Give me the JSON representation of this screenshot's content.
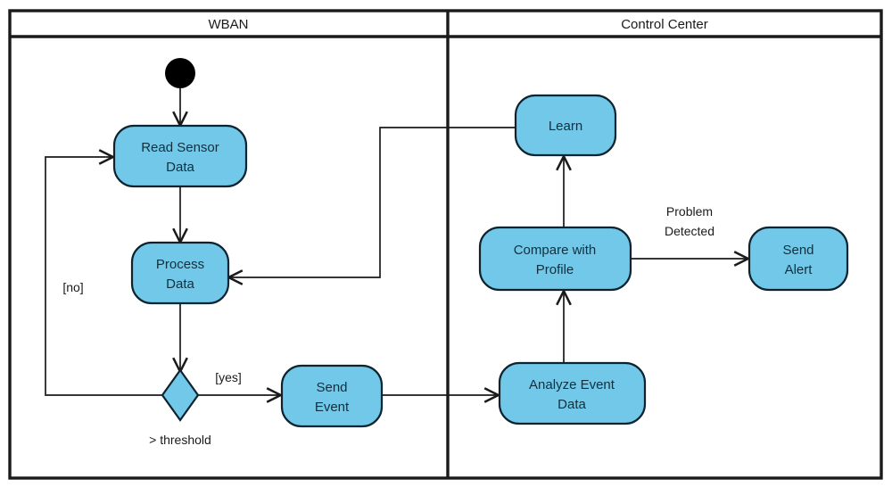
{
  "diagram": {
    "type": "uml-activity-diagram",
    "title": "",
    "background_color": "#ffffff",
    "node_fill_color": "#72c8e8",
    "node_stroke_color": "#0d2430",
    "line_color": "#1a1a1a",
    "partitions": [
      {
        "id": "wban",
        "label": "WBAN"
      },
      {
        "id": "control-center",
        "label": "Control Center"
      }
    ],
    "nodes": [
      {
        "id": "initial",
        "kind": "initial-node",
        "label": ""
      },
      {
        "id": "read-sensor-data",
        "kind": "action",
        "label": "Read Sensor Data",
        "lines": [
          "Read Sensor",
          "Data"
        ],
        "partition": "wban"
      },
      {
        "id": "process-data",
        "kind": "action",
        "label": "Process Data",
        "lines": [
          "Process",
          "Data"
        ],
        "partition": "wban"
      },
      {
        "id": "threshold-decision",
        "kind": "decision",
        "label": "> threshold",
        "partition": "wban"
      },
      {
        "id": "send-event",
        "kind": "action",
        "label": "Send Event",
        "lines": [
          "Send",
          "Event"
        ],
        "partition": "wban"
      },
      {
        "id": "analyze-event-data",
        "kind": "action",
        "label": "Analyze Event Data",
        "lines": [
          "Analyze Event",
          "Data"
        ],
        "partition": "control-center"
      },
      {
        "id": "compare-with-profile",
        "kind": "action",
        "label": "Compare with Profile",
        "lines": [
          "Compare with",
          "Profile"
        ],
        "partition": "control-center"
      },
      {
        "id": "learn",
        "kind": "action",
        "label": "Learn",
        "lines": [
          "Learn"
        ],
        "partition": "control-center"
      },
      {
        "id": "send-alert",
        "kind": "action",
        "label": "Send Alert",
        "lines": [
          "Send",
          "Alert"
        ],
        "partition": "control-center"
      }
    ],
    "edges": [
      {
        "id": "initial-to-read",
        "from": "initial",
        "to": "read-sensor-data",
        "label": ""
      },
      {
        "id": "read-to-process",
        "from": "read-sensor-data",
        "to": "process-data",
        "label": ""
      },
      {
        "id": "process-to-decision",
        "from": "process-data",
        "to": "threshold-decision",
        "label": ""
      },
      {
        "id": "decision-no-to-read",
        "from": "threshold-decision",
        "to": "read-sensor-data",
        "label": "[no]"
      },
      {
        "id": "decision-yes-to-send-event",
        "from": "threshold-decision",
        "to": "send-event",
        "label": "[yes]"
      },
      {
        "id": "send-event-to-analyze",
        "from": "send-event",
        "to": "analyze-event-data",
        "label": ""
      },
      {
        "id": "analyze-to-compare",
        "from": "analyze-event-data",
        "to": "compare-with-profile",
        "label": ""
      },
      {
        "id": "compare-to-learn",
        "from": "compare-with-profile",
        "to": "learn",
        "label": ""
      },
      {
        "id": "compare-to-send-alert",
        "from": "compare-with-profile",
        "to": "send-alert",
        "label": "Problem Detected",
        "label_lines": [
          "Problem",
          "Detected"
        ]
      },
      {
        "id": "learn-to-process",
        "from": "learn",
        "to": "process-data",
        "label": ""
      }
    ],
    "labels": {
      "decision_guard_no": "[no]",
      "decision_guard_yes": "[yes]",
      "decision_condition": "> threshold",
      "problem_detected_line1": "Problem",
      "problem_detected_line2": "Detected"
    }
  }
}
